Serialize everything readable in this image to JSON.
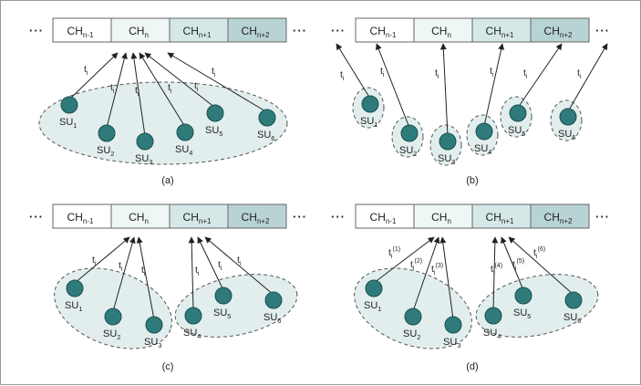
{
  "ellipsis": "···",
  "channels": [
    {
      "base": "CH",
      "sub": "n-1"
    },
    {
      "base": "CH",
      "sub": "n"
    },
    {
      "base": "CH",
      "sub": "n+1"
    },
    {
      "base": "CH",
      "sub": "n+2"
    }
  ],
  "channel_colors": [
    "#ffffff",
    "#eef6f6",
    "#d6e7e7",
    "#b8d3d3"
  ],
  "node_color": "#2f7a7a",
  "group_fill": "#e2eeee",
  "users": [
    {
      "base": "SU",
      "sub": "1"
    },
    {
      "base": "SU",
      "sub": "2"
    },
    {
      "base": "SU",
      "sub": "3"
    },
    {
      "base": "SU",
      "sub": "4"
    },
    {
      "base": "SU",
      "sub": "5"
    },
    {
      "base": "SU",
      "sub": "6"
    }
  ],
  "time_label": {
    "base": "t",
    "sub": "i"
  },
  "indexed_time_labels": [
    {
      "base": "t",
      "sub": "i",
      "sup": "(1)"
    },
    {
      "base": "t",
      "sub": "i",
      "sup": "(2)"
    },
    {
      "base": "t",
      "sub": "i",
      "sup": "(3)"
    },
    {
      "base": "t",
      "sub": "i",
      "sup": "(4)"
    },
    {
      "base": "t",
      "sub": "i",
      "sup": "(5)"
    },
    {
      "base": "t",
      "sub": "i",
      "sup": "(6)"
    }
  ],
  "captions": [
    "(a)",
    "(b)",
    "(c)",
    "(d)"
  ]
}
